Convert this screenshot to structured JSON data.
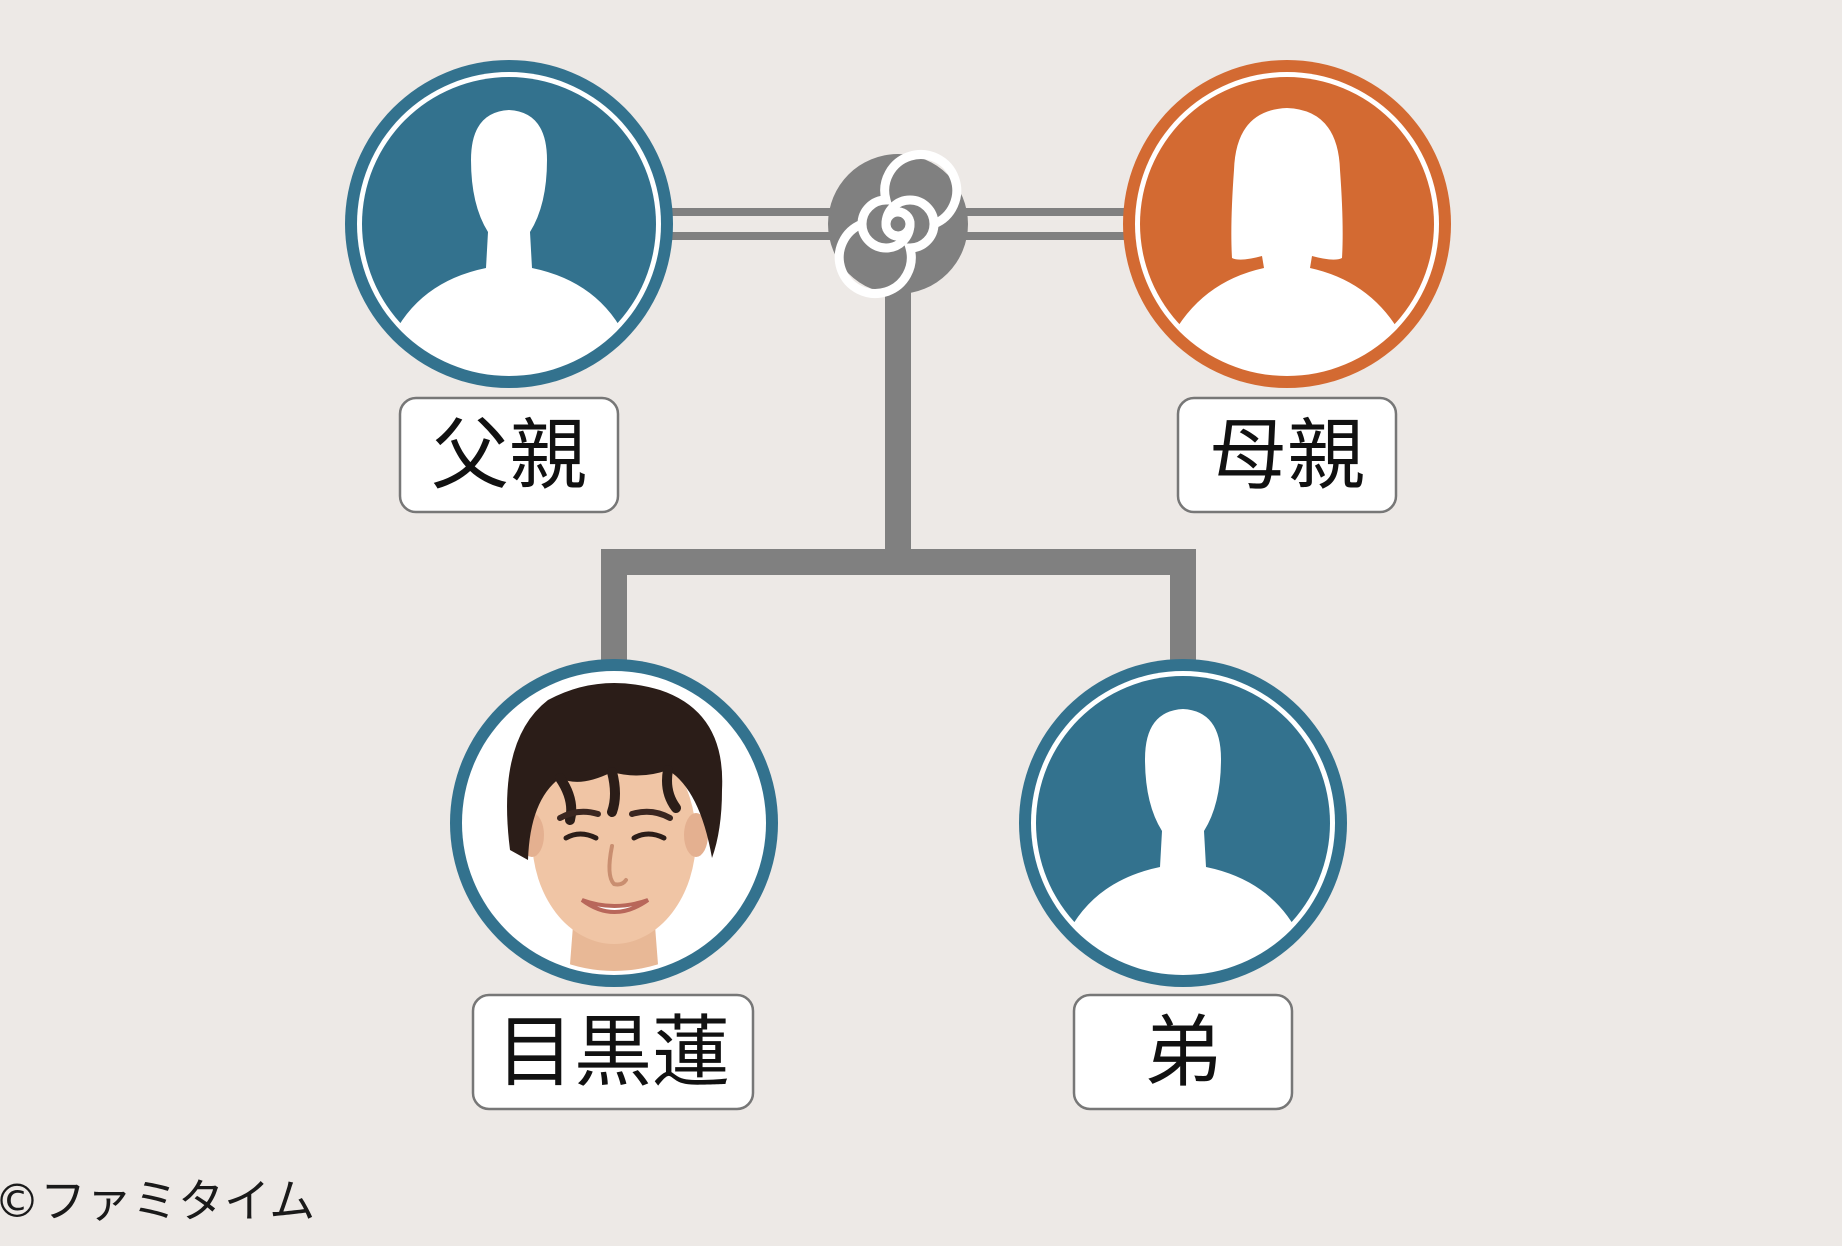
{
  "nodes": {
    "father": {
      "label": "父親",
      "role": "male-silhouette",
      "ring_color": "#33728e"
    },
    "mother": {
      "label": "母親",
      "role": "female-silhouette",
      "ring_color": "#d36a32"
    },
    "subject": {
      "label": "目黒蓮",
      "role": "portrait",
      "ring_color": "#33728e"
    },
    "brother": {
      "label": "弟",
      "role": "male-silhouette",
      "ring_color": "#33728e"
    }
  },
  "marriage_icon": "marriage-swirl-icon",
  "connector_color": "#808080",
  "credit": "©ファミタイム"
}
